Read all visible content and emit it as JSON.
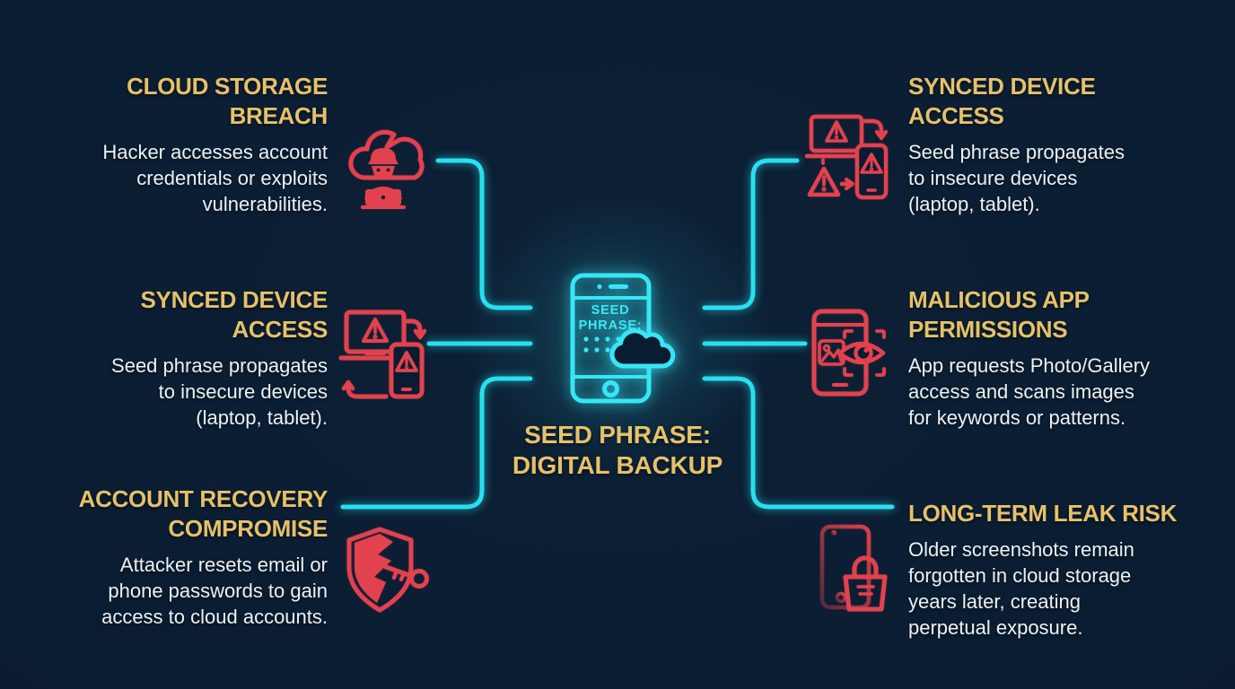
{
  "palette": {
    "background": "#0a1c31",
    "accent_cyan": "#29dff0",
    "accent_gold": "#e6c169",
    "accent_red": "#e2424e",
    "text_white": "#edf1f4"
  },
  "center": {
    "phone_label_line1": "SEED",
    "phone_label_line2": "PHRASE:",
    "caption": "SEED PHRASE:\nDIGITAL BACKUP"
  },
  "items": [
    {
      "id": "cloud-storage-breach",
      "side": "left",
      "icon": "hacker-cloud-icon",
      "title": "CLOUD STORAGE\nBREACH",
      "description": "Hacker accesses account\ncredentials or exploits\nvulnerabilities."
    },
    {
      "id": "synced-device-access-left",
      "side": "left",
      "icon": "synced-devices-warning-icon",
      "title": "SYNCED DEVICE\nACCESS",
      "description": "Seed phrase propagates\nto insecure devices\n(laptop, tablet)."
    },
    {
      "id": "account-recovery-compromise",
      "side": "left",
      "icon": "broken-shield-key-icon",
      "title": "ACCOUNT RECOVERY\nCOMPROMISE",
      "description": "Attacker resets email or\nphone passwords to gain\naccess to cloud accounts."
    },
    {
      "id": "synced-device-access-right",
      "side": "right",
      "icon": "synced-devices-warning-icon",
      "title": "SYNCED DEVICE\nACCESS",
      "description": "Seed phrase propagates\nto insecure devices\n(laptop, tablet)."
    },
    {
      "id": "malicious-app-permissions",
      "side": "right",
      "icon": "phone-eye-scan-icon",
      "title": "MALICIOUS APP\nPERMISSIONS",
      "description": "App requests Photo/Gallery\naccess and scans images\nfor keywords or patterns."
    },
    {
      "id": "long-term-leak-risk",
      "side": "right",
      "icon": "phone-padlock-icon",
      "title": "LONG-TERM LEAK RISK",
      "description": "Older screenshots remain\nforgotten in cloud storage\nyears later, creating\nperpetual exposure."
    }
  ]
}
